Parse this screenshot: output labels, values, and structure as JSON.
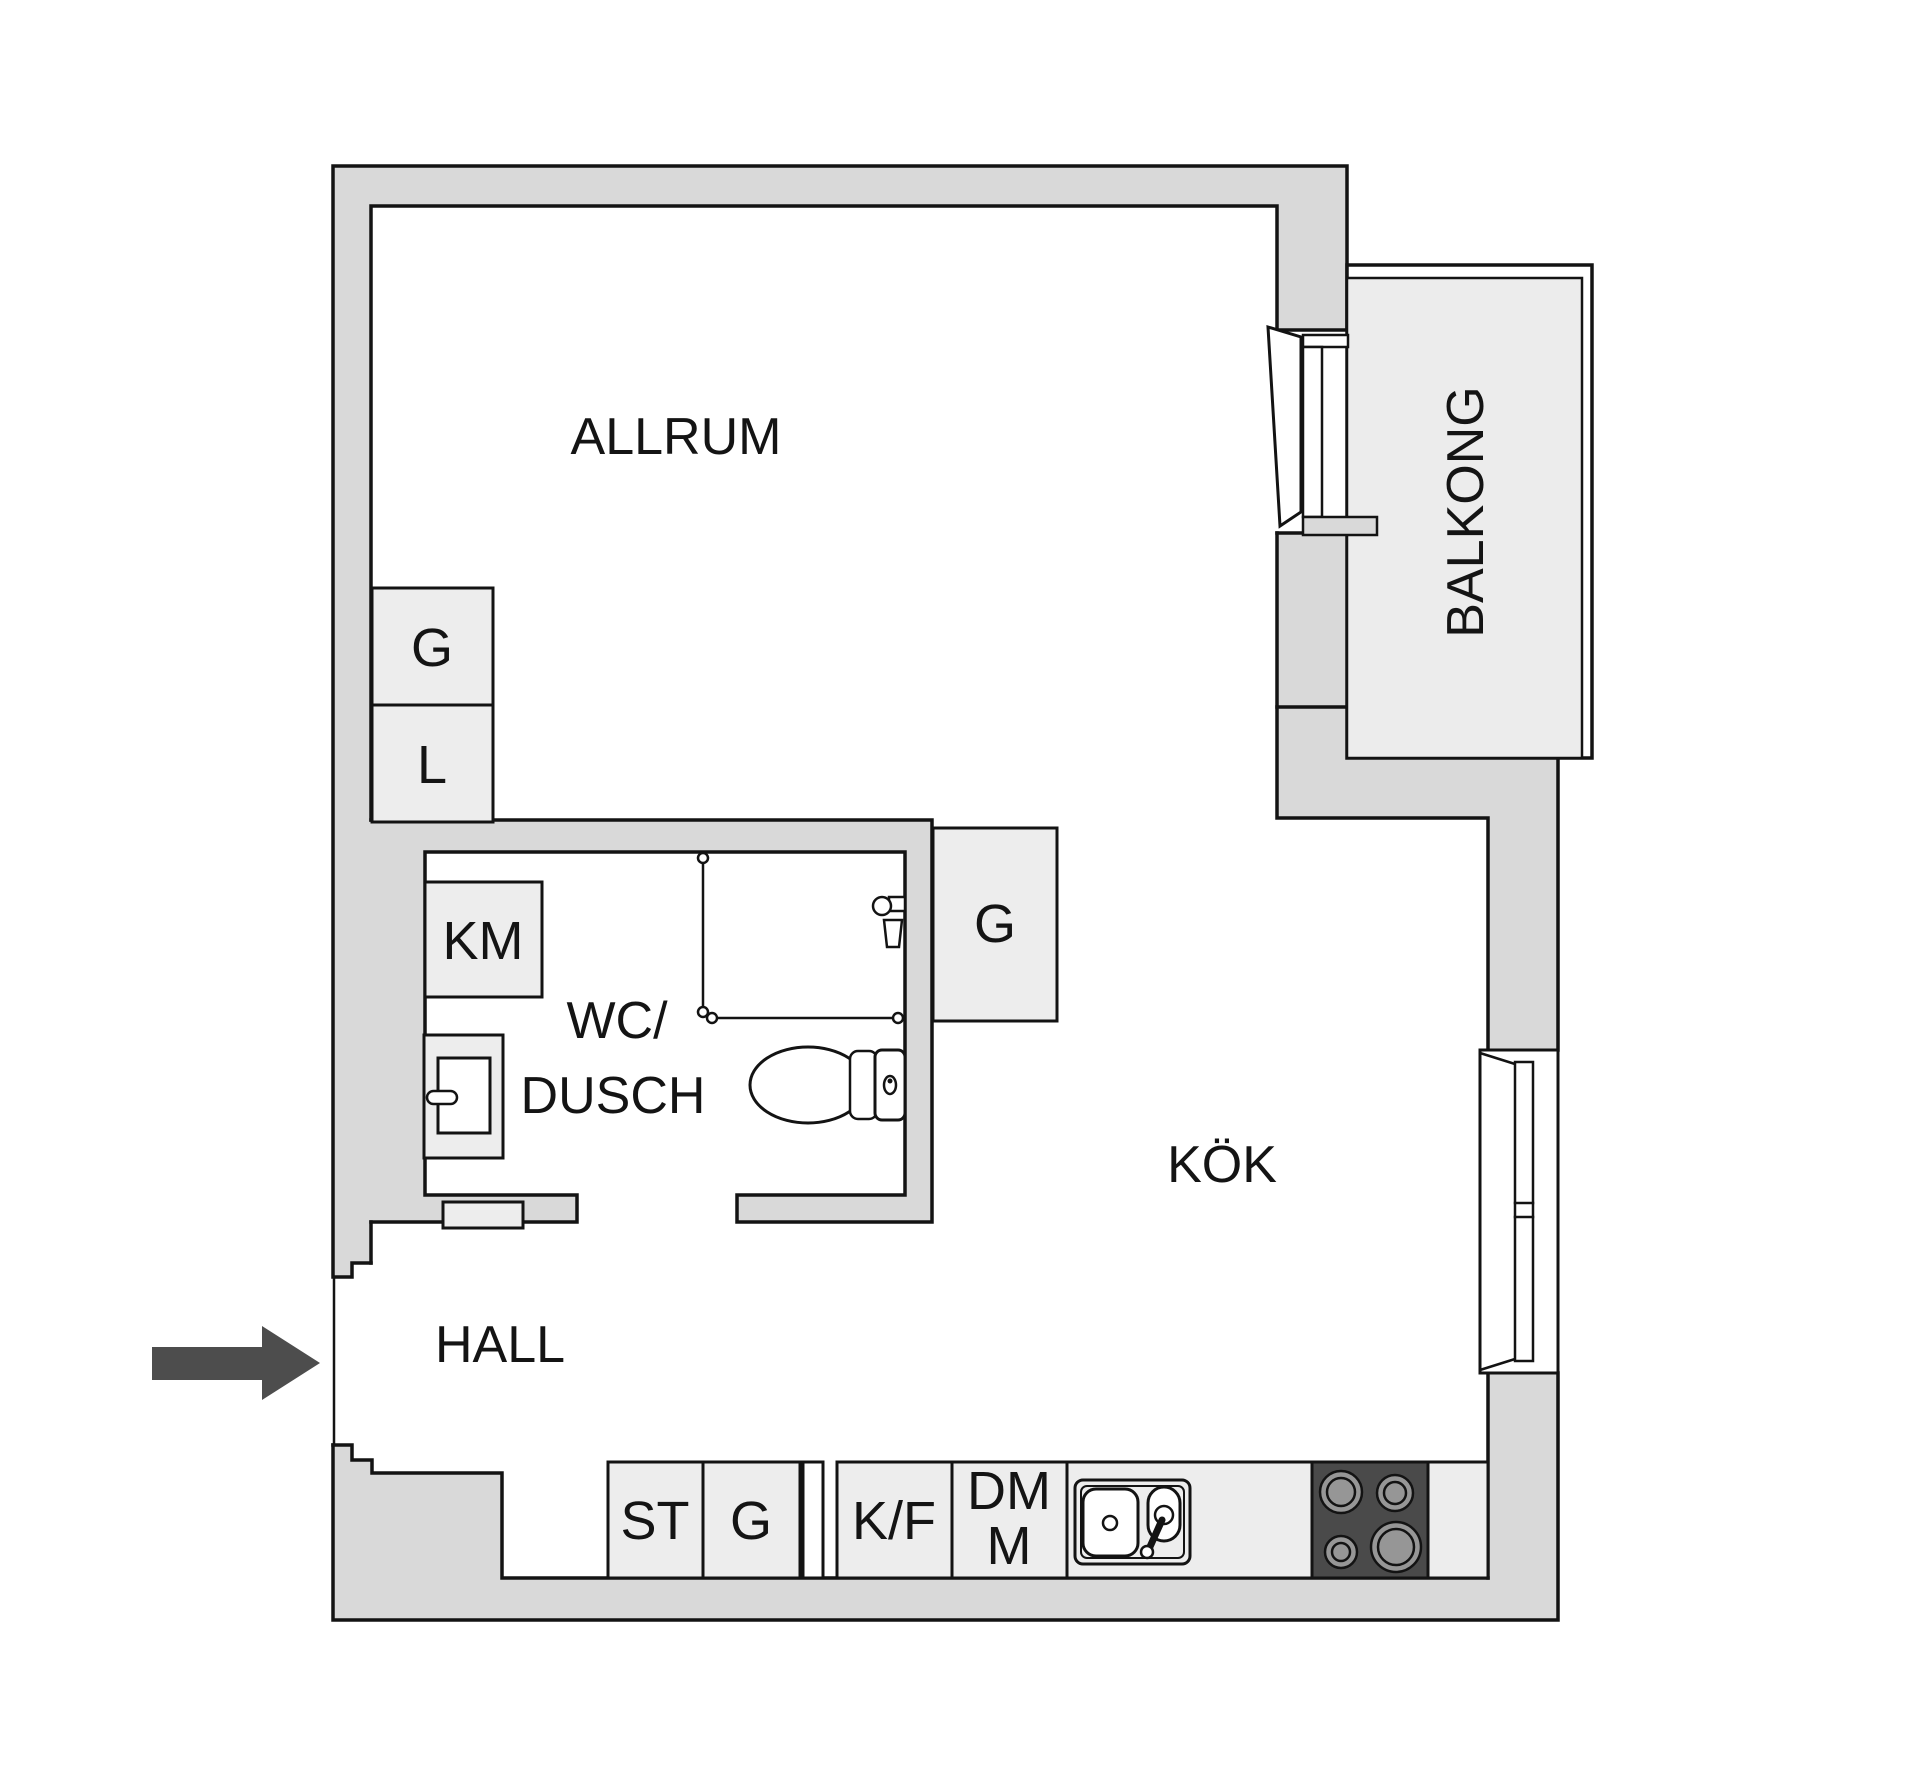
{
  "labels": {
    "living_room": "ALLRUM",
    "balcony": "BALKONG",
    "kitchen": "KÖK",
    "hall": "HALL",
    "bath_line1": "WC/",
    "bath_line2": "DUSCH",
    "wardrobe_allrum": "G",
    "linen_closet": "L",
    "washing_machine": "KM",
    "wardrobe_bath": "G",
    "storage": "ST",
    "wardrobe_hall": "G",
    "fridge_freezer": "K/F",
    "dishwasher": "DM",
    "microwave": "M"
  },
  "colors": {
    "background": "#ffffff",
    "wall_fill": "#d9d9d9",
    "closet_fill": "#ededed",
    "outline": "#131313",
    "stove_fill": "#4a4a4a",
    "burner_fill": "#969696",
    "entry_arrow": "#4d4d4d"
  }
}
